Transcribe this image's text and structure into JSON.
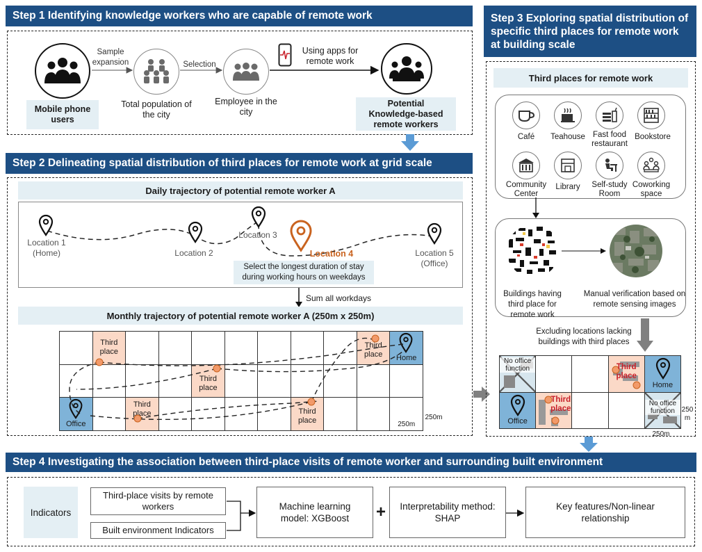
{
  "step1": {
    "title": "Step 1 Identifying knowledge workers who are capable of remote work",
    "mobile_users": "Mobile phone users",
    "sample_expansion": "Sample expansion",
    "total_population": "Total population of the city",
    "selection": "Selection",
    "employee": "Employee in the city",
    "using_apps": "Using apps for remote work",
    "potential": "Potential Knowledge-based remote workers"
  },
  "step2": {
    "title": "Step 2 Delineating spatial distribution of third places for remote work at grid scale",
    "daily_title": "Daily trajectory of potential remote worker A",
    "loc1": "Location 1 (Home)",
    "loc2": "Location 2",
    "loc3": "Location 3",
    "loc4": "Location 4",
    "loc5": "Location 5 (Office)",
    "longest_note": "Select the longest duration of stay during working hours on weekdays",
    "sum_workdays": "Sum all workdays",
    "monthly_title": "Monthly trajectory of potential remote worker A (250m x 250m)",
    "third_place": "Third place",
    "home": "Home",
    "office": "Office",
    "scale_right": "250m",
    "scale_bottom": "250m"
  },
  "step3": {
    "title": "Step 3 Exploring spatial distribution of specific third places for remote work at building scale",
    "third_places_header": "Third places for remote work",
    "places": [
      "Café",
      "Teahouse",
      "Fast food restaurant",
      "Bookstore",
      "Community Center",
      "Library",
      "Self-study Room",
      "Coworking space"
    ],
    "buildings_caption": "Buildings having third place for remote work",
    "manual_caption": "Manual verification based on remote sensing images",
    "excluding": "Excluding locations lacking buildings with third places",
    "no_office": "No office function",
    "third_place": "Third place",
    "home": "Home",
    "office": "Office",
    "scale_right": "250 m",
    "scale_bottom": "250m"
  },
  "step4": {
    "title": "Step 4  Investigating the association between third-place visits of remote worker and surrounding built environment",
    "indicators": "Indicators",
    "visits": "Third-place visits by remote workers",
    "built_env": "Built environment Indicators",
    "ml_model": "Machine learning model: XGBoost",
    "plus": "+",
    "interpretability": "Interpretability method: SHAP",
    "key_features": "Key features/Non-linear relationship"
  },
  "colors": {
    "banner": "#1d4f84",
    "light_box": "#e4eff4",
    "pink_cell": "#fbd9c7",
    "blue_cell": "#7fb3d8",
    "location4": "#c9631f",
    "third_place_red": "#c8202a",
    "arrow": "#5b9bd5"
  }
}
